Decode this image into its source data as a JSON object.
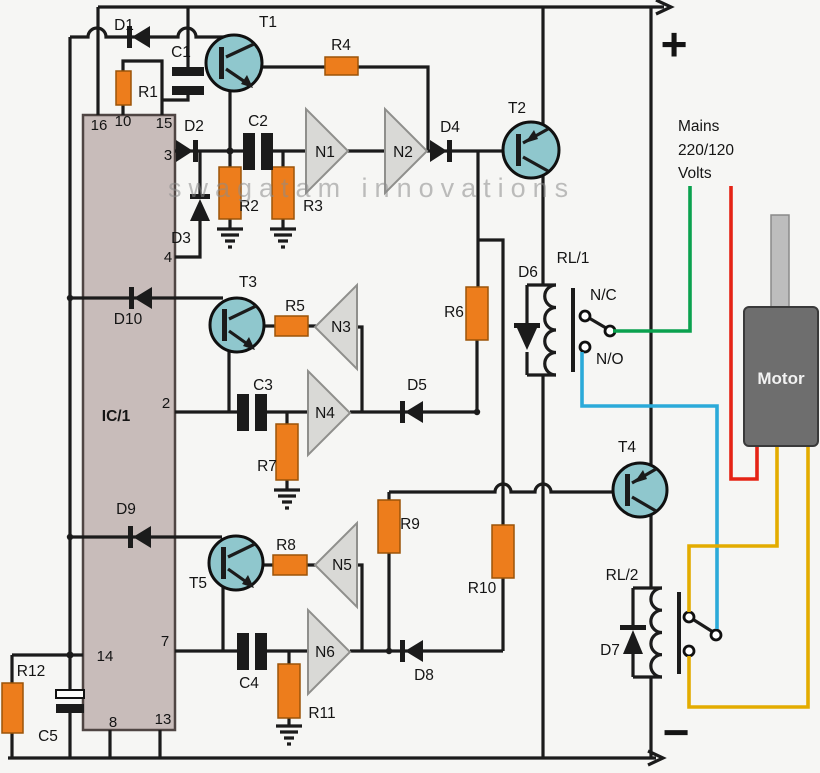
{
  "watermark": "swagatam innovations",
  "supply": {
    "plus": "+",
    "minus": "−",
    "mains1": "Mains",
    "mains2": "220/120",
    "mains3": "Volts"
  },
  "ic": {
    "name": "IC/1",
    "pins": {
      "p16": "16",
      "p10": "10",
      "p15": "15",
      "p3": "3",
      "p4": "4",
      "p2": "2",
      "p14": "14",
      "p7": "7",
      "p8": "8",
      "p13": "13"
    }
  },
  "labels": {
    "d1": "D1",
    "c1": "C1",
    "r1": "R1",
    "t1": "T1",
    "d2": "D2",
    "d3": "D3",
    "r2": "R2",
    "c2": "C2",
    "r3": "R3",
    "n1": "N1",
    "n2": "N2",
    "r4": "R4",
    "d4": "D4",
    "t2": "T2",
    "d10": "D10",
    "t3": "T3",
    "r5": "R5",
    "n3": "N3",
    "c3": "C3",
    "n4": "N4",
    "r7": "R7",
    "d5": "D5",
    "r6": "R6",
    "d6": "D6",
    "rl1": "RL/1",
    "nc": "N/C",
    "no": "N/O",
    "d9": "D9",
    "t5": "T5",
    "r8": "R8",
    "n5": "N5",
    "c4": "C4",
    "n6": "N6",
    "r11": "R11",
    "r9": "R9",
    "r10": "R10",
    "d8": "D8",
    "t4": "T4",
    "rl2": "RL/2",
    "d7": "D7",
    "r12": "R12",
    "c5": "C5",
    "motor": "Motor"
  },
  "colors": {
    "bg": "#f6f6f4",
    "wire": "#1b1b1b",
    "resistor": "#ed7d1c",
    "resistor-border": "#9c5408",
    "transistor": "#8fc7cd",
    "gate": "#d9d9d6",
    "gate-border": "#8f8f8c",
    "ic-fill": "#c8bcba",
    "ic-border": "#4f4543",
    "green": "#0aa14e",
    "red": "#e52315",
    "blue": "#2baad9",
    "yellow": "#e3ac00",
    "motor-body": "#6e6e6e",
    "motor-shaft": "#bdbdbd",
    "watermark": "#8c8c8c"
  }
}
